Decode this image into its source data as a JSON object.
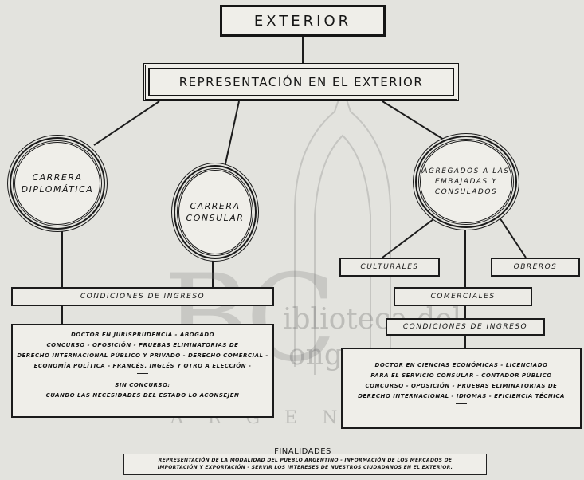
{
  "title": "EXTERIOR",
  "representacion": "REPRESENTACIÓN EN EL EXTERIOR",
  "circles": {
    "diplomatica": [
      "CARRERA",
      "DIPLOMÁTICA"
    ],
    "consular": [
      "CARRERA",
      "CONSULAR"
    ],
    "agregados": [
      "AGREGADOS A LAS",
      "EMBAJADAS Y",
      "CONSULADOS"
    ]
  },
  "agregados_tipos": {
    "culturales": "CULTURALES",
    "obreros": "OBREROS",
    "comerciales": "COMERCIALES"
  },
  "left": {
    "condiciones": "CONDICIONES DE INGRESO",
    "lines": [
      "DOCTOR EN JURISPRUDENCIA - ABOGADO",
      "CONCURSO - OPOSICIÓN - PRUEBAS ELIMINATORIAS DE",
      "DERECHO INTERNACIONAL PÚBLICO Y PRIVADO - DERECHO COMERCIAL -",
      "ECONOMÍA POLÍTICA - FRANCÉS, INGLÉS Y OTRO A ELECCIÓN -"
    ],
    "sin_concurso": "SIN CONCURSO:",
    "sin_concurso_detail": "CUANDO LAS NECESIDADES DEL ESTADO LO ACONSEJEN"
  },
  "right": {
    "condiciones": "CONDICIONES DE INGRESO",
    "lines": [
      "DOCTOR EN CIENCIAS ECONÓMICAS - LICENCIADO",
      "PARA EL SERVICIO CONSULAR - CONTADOR PÚBLICO",
      "CONCURSO - OPOSICIÓN - PRUEBAS ELIMINATORIAS DE",
      "DERECHO INTERNACIONAL - IDIOMAS - EFICIENCIA TÉCNICA"
    ]
  },
  "finalidades": {
    "title": "FINALIDADES",
    "lines": [
      "REPRESENTACIÓN DE LA MODALIDAD DEL PUEBLO ARGENTINO - INFORMACIÓN DE LOS MERCADOS DE",
      "IMPORTACIÓN Y EXPORTACIÓN - SERVIR LOS INTERESES DE NUESTROS CIUDADANOS EN EL EXTERIOR."
    ]
  },
  "watermark": {
    "monogram": "BC",
    "line1": "iblioteca del",
    "line2": "ongreso",
    "line3": "ARGENTINA"
  }
}
